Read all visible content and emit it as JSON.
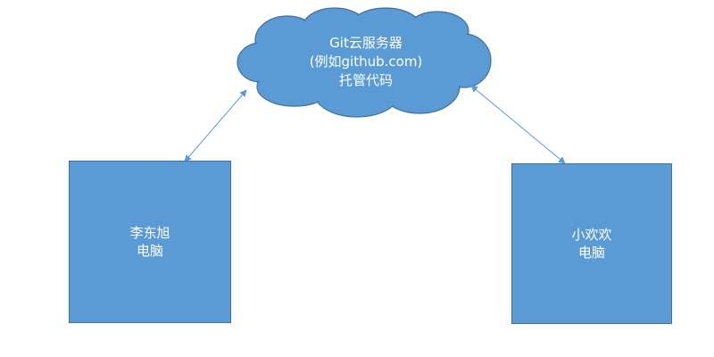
{
  "diagram": {
    "cloud": {
      "lines": [
        "Git云服务器",
        "(例如github.com)",
        "托管代码"
      ]
    },
    "left_node": {
      "lines": [
        "李东旭",
        "电脑"
      ]
    },
    "right_node": {
      "lines": [
        "小欢欢",
        "电脑"
      ]
    },
    "colors": {
      "fill": "#5b9bd5",
      "border": "#41719c",
      "connector": "#5b9bd5",
      "text": "#ffffff"
    }
  }
}
